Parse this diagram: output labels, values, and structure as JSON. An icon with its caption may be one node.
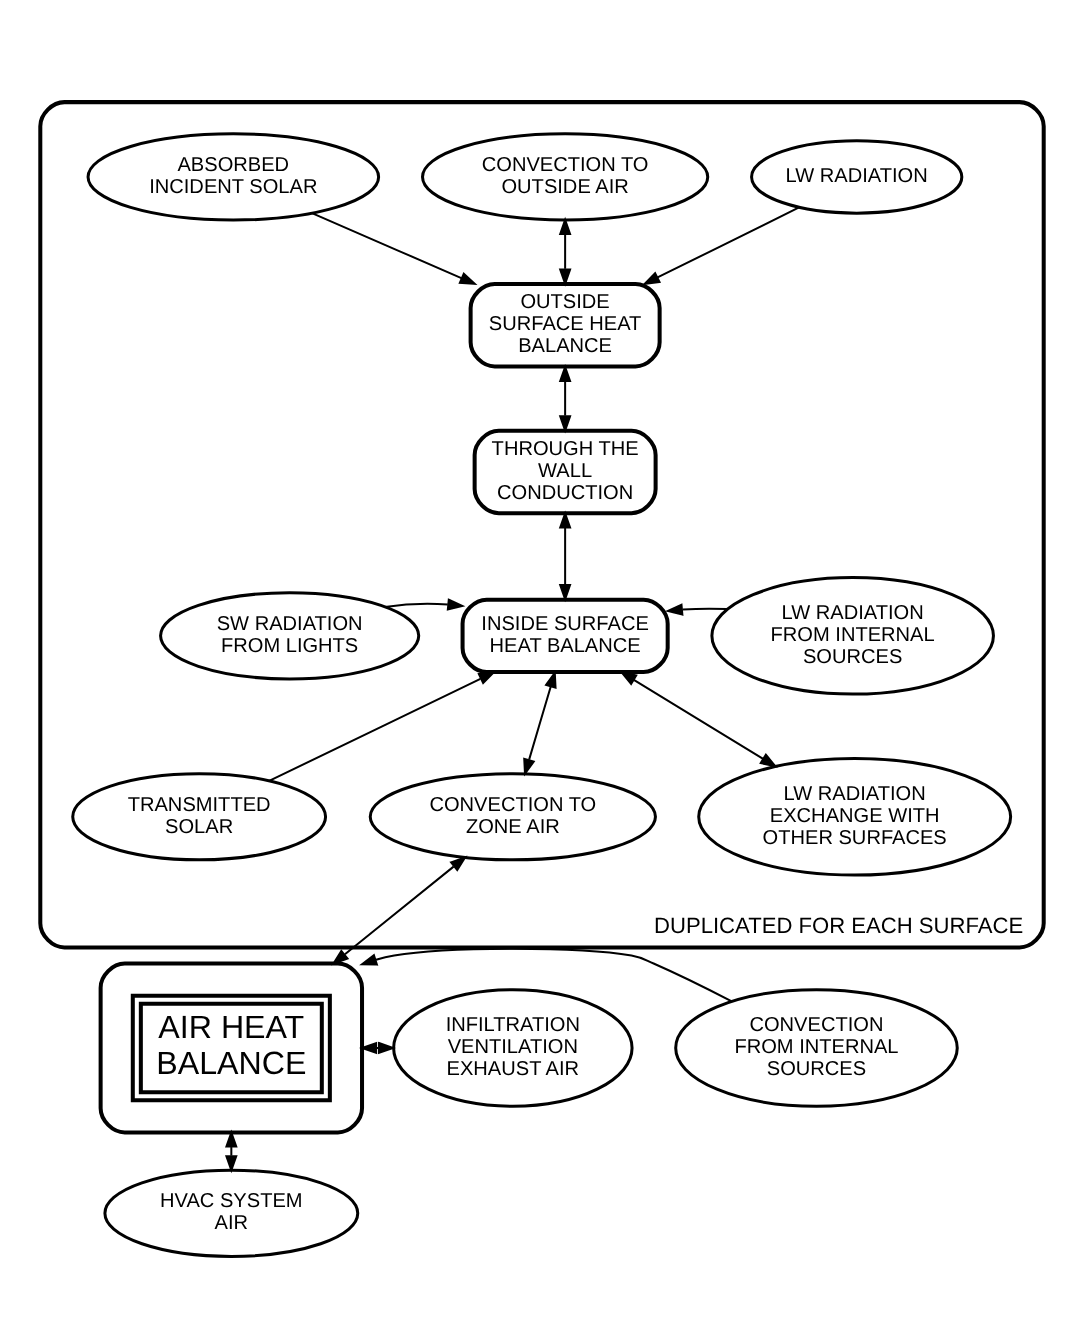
{
  "diagram": {
    "nodes": [
      {
        "text": [
          "DUPLICATED FOR EACH SURFACE"
        ]
      },
      {
        "text": [
          "ABSORBED INCIDENT SOLAR"
        ],
        "in": 0
      },
      {
        "text": [
          "CONVECTION TO OUTSIDE AIR"
        ],
        "in": 0
      },
      {
        "text": [
          "LW RADIATION"
        ],
        "in": 0
      },
      {
        "text": [
          "OUTSIDE SURFACE HEAT BALANCE"
        ],
        "in": 0
      },
      {
        "text": [
          "THROUGH THE WALL CONDUCTION"
        ],
        "in": 0
      },
      {
        "text": [
          "SW RADIATION FROM LIGHTS"
        ],
        "in": 0
      },
      {
        "text": [
          "INSIDE SURFACE HEAT BALANCE"
        ],
        "in": 0
      },
      {
        "text": [
          "LW RADIATION FROM INTERNAL SOURCES"
        ],
        "in": 0
      },
      {
        "text": [
          "TRANSMITTED SOLAR"
        ],
        "in": 0
      },
      {
        "text": [
          "LW RADIATION EXCHANGE WITH OTHER SURFACES"
        ],
        "in": 0
      },
      {
        "text": [
          "CONVECTION TO ZONE AIR"
        ],
        "in": 0
      },
      {
        "text": [],
        "shape": "box"
      },
      {
        "text": [
          "INFILTRATION VENTILATION EXHAUST AIR"
        ]
      },
      {
        "text": [
          "AIR HEAT BALANCE"
        ],
        "in": 12
      },
      {
        "text": [
          "CONVECTION FROM INTERNAL SOURCES"
        ]
      },
      {
        "text": [
          "HVAC SYSTEM AIR"
        ]
      }
    ],
    "edges": [
      {
        "from": 1,
        "to": 4,
        "arrow": "to"
      },
      {
        "from": 2,
        "to": 4,
        "arrow": "both"
      },
      {
        "from": 3,
        "to": 4,
        "arrow": "to"
      },
      {
        "from": 4,
        "to": 5,
        "arrow": "both"
      },
      {
        "from": 5,
        "to": 7,
        "arrow": "both"
      },
      {
        "from": 6,
        "to": 7,
        "arrow": "to"
      },
      {
        "from": 8,
        "to": 7,
        "arrow": "to"
      },
      {
        "from": 9,
        "to": 7,
        "arrow": "to"
      },
      {
        "from": 7,
        "to": 10,
        "arrow": "both"
      },
      {
        "from": 7,
        "to": 11,
        "arrow": "both"
      },
      {
        "from": 11,
        "to": 12,
        "arrow": "both"
      },
      {
        "from": 13,
        "to": 12,
        "arrow": "both"
      },
      {
        "from": 15,
        "to": 12,
        "arrow": "to"
      },
      {
        "from": 12,
        "to": 16,
        "arrow": "both"
      }
    ]
  }
}
